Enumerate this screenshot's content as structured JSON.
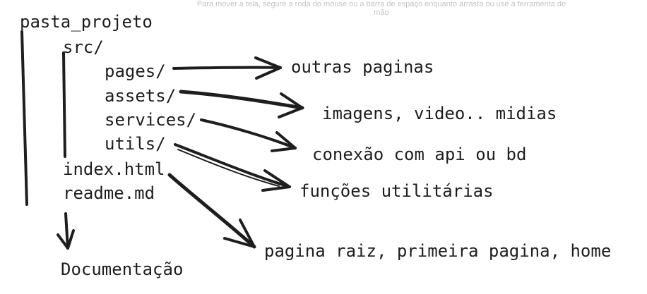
{
  "canvas_hint": "Para mover a tela, segure a roda do mouse ou a barra de espaço enquanto arrasta ou use a ferramenta de mão",
  "tree": {
    "root": "pasta_projeto",
    "src": "src/",
    "pages": "pages/",
    "assets": "assets/",
    "services": "services/",
    "utils": "utils/",
    "index": "index.html",
    "readme": "readme.md"
  },
  "notes": {
    "pages": "outras paginas",
    "assets": "imagens, video.. midias",
    "services": "conexão com api ou bd",
    "utils": "funções utilitárias",
    "index": "pagina raiz, primeira pagina, home",
    "readme": "Documentação"
  }
}
